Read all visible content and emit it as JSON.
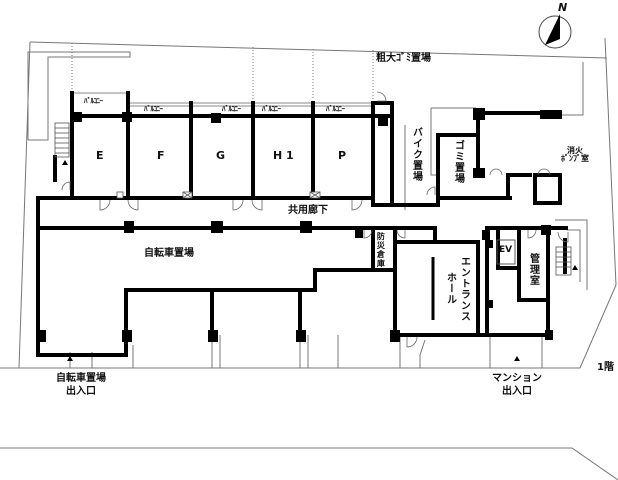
{
  "floor_label": "1階",
  "compass": {
    "label": "N"
  },
  "units": [
    {
      "id": "E",
      "label": "E"
    },
    {
      "id": "F",
      "label": "F"
    },
    {
      "id": "G",
      "label": "G"
    },
    {
      "id": "H1",
      "label": "H 1"
    },
    {
      "id": "P",
      "label": "P"
    }
  ],
  "balcony_label": "ﾊﾞﾙｺﾆｰ",
  "areas": {
    "bulky_garbage": "粗大ｺﾞﾐ置場",
    "bike_parking": "バイク置場",
    "garbage": "ゴミ置場",
    "fire_pump_room_line1": "消火",
    "fire_pump_room_line2": "ﾎﾟﾝﾌﾟ室",
    "common_corridor": "共用廊下",
    "bicycle_parking": "自転車置場",
    "disaster_storage": "防災倉庫",
    "entrance_hall_line1": "エントランス",
    "entrance_hall_line2": "ホール",
    "elevator": "EV",
    "management_room": "管理室"
  },
  "entrances": {
    "bicycle_line1": "自転車置場",
    "bicycle_line2": "出入口",
    "mansion_line1": "マンション",
    "mansion_line2": "出入口"
  }
}
